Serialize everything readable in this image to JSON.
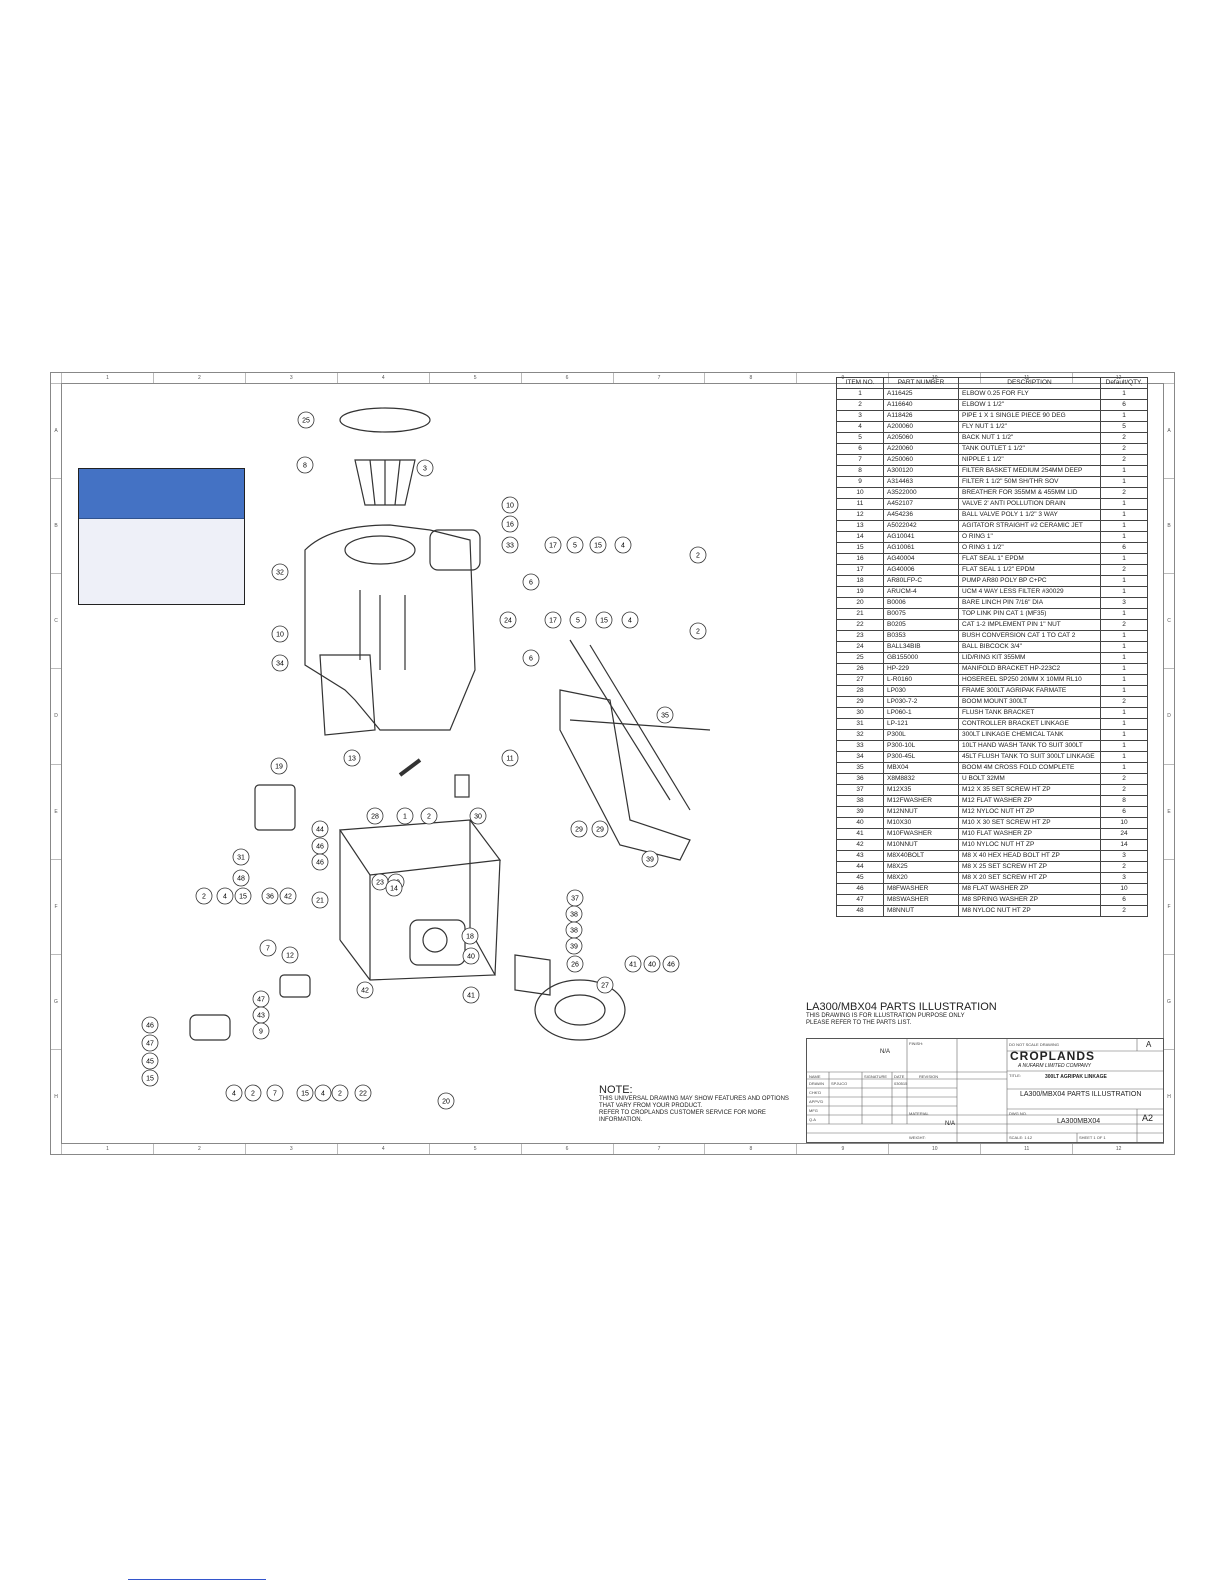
{
  "bom": {
    "headers": [
      "ITEM NO.",
      "PART NUMBER",
      "DESCRIPTION",
      "Default/QTY."
    ],
    "rows": [
      [
        "1",
        "A116425",
        "ELBOW 0.25 FOR FLY",
        "1"
      ],
      [
        "2",
        "A116640",
        "ELBOW 1 1/2\"",
        "6"
      ],
      [
        "3",
        "A118426",
        "PIPE 1 X 1 SINGLE PIECE 90 DEG",
        "1"
      ],
      [
        "4",
        "A200060",
        "FLY NUT 1 1/2\"",
        "5"
      ],
      [
        "5",
        "A205060",
        "BACK NUT 1 1/2\"",
        "2"
      ],
      [
        "6",
        "A220060",
        "TANK OUTLET 1 1/2\"",
        "2"
      ],
      [
        "7",
        "A250060",
        "NIPPLE 1 1/2\"",
        "2"
      ],
      [
        "8",
        "A300120",
        "FILTER BASKET MEDIUM 254MM DEEP",
        "1"
      ],
      [
        "9",
        "A314463",
        "FILTER 1 1/2\" 50M SH/THR SOV",
        "1"
      ],
      [
        "10",
        "A3522000",
        "BREATHER FOR 355MM & 455MM LID",
        "2"
      ],
      [
        "11",
        "A452107",
        "VALVE 2' ANTI POLLUTION DRAIN",
        "1"
      ],
      [
        "12",
        "A454236",
        "BALL VALVE POLY 1 1/2\" 3 WAY",
        "1"
      ],
      [
        "13",
        "A5022042",
        "AGITATOR STRAIGHT #2 CERAMIC JET",
        "1"
      ],
      [
        "14",
        "AG10041",
        "O RING 1\"",
        "1"
      ],
      [
        "15",
        "AG10061",
        "O RING 1 1/2\"",
        "6"
      ],
      [
        "16",
        "AG40004",
        "FLAT SEAL 1\" EPDM",
        "1"
      ],
      [
        "17",
        "AG40006",
        "FLAT SEAL 1 1/2\" EPDM",
        "2"
      ],
      [
        "18",
        "AR80LFP-C",
        "PUMP AR80 POLY BP C+PC",
        "1"
      ],
      [
        "19",
        "ARUCM-4",
        "UCM 4 WAY LESS FILTER #30029",
        "1"
      ],
      [
        "20",
        "B0006",
        "BARE LINCH PIN 7/16\" DIA",
        "3"
      ],
      [
        "21",
        "B0075",
        "TOP LINK PIN CAT 1 (MF35)",
        "1"
      ],
      [
        "22",
        "B0205",
        "CAT 1-2 IMPLEMENT PIN 1\" NUT",
        "2"
      ],
      [
        "23",
        "B0353",
        "BUSH CONVERSION CAT 1 TO CAT 2",
        "1"
      ],
      [
        "24",
        "BALL34BIB",
        "BALL BIBCOCK 3/4\"",
        "1"
      ],
      [
        "25",
        "GB155000",
        "LID/RING KIT 355MM",
        "1"
      ],
      [
        "26",
        "HP-229",
        "MANIFOLD BRACKET HP-223C2",
        "1"
      ],
      [
        "27",
        "L-R0160",
        "HOSEREEL SP250 20MM X 10MM RL10",
        "1"
      ],
      [
        "28",
        "LP030",
        "FRAME 300LT AGRIPAK FARMATE",
        "1"
      ],
      [
        "29",
        "LP030-7-2",
        "BOOM MOUNT 300LT",
        "2"
      ],
      [
        "30",
        "LP060-1",
        "FLUSH TANK BRACKET",
        "1"
      ],
      [
        "31",
        "LP-121",
        "CONTROLLER BRACKET LINKAGE",
        "1"
      ],
      [
        "32",
        "P300L",
        "300LT LINKAGE CHEMICAL TANK",
        "1"
      ],
      [
        "33",
        "P300-10L",
        "10LT HAND WASH TANK TO SUIT 300LT",
        "1"
      ],
      [
        "34",
        "P300-45L",
        "45LT FLUSH TANK TO SUIT 300LT LINKAGE",
        "1"
      ],
      [
        "35",
        "MBX04",
        "BOOM 4M CROSS FOLD COMPLETE",
        "1"
      ],
      [
        "36",
        "X8M8832",
        "U BOLT 32MM",
        "2"
      ],
      [
        "37",
        "M12X35",
        "M12 X 35 SET SCREW HT ZP",
        "2"
      ],
      [
        "38",
        "M12FWASHER",
        "M12 FLAT WASHER ZP",
        "8"
      ],
      [
        "39",
        "M12NNUT",
        "M12 NYLOC NUT HT ZP",
        "6"
      ],
      [
        "40",
        "M10X30",
        "M10 X 30 SET SCREW HT ZP",
        "10"
      ],
      [
        "41",
        "M10FWASHER",
        "M10 FLAT WASHER ZP",
        "24"
      ],
      [
        "42",
        "M10NNUT",
        "M10 NYLOC NUT HT ZP",
        "14"
      ],
      [
        "43",
        "M8X40BOLT",
        "M8 X 40 HEX HEAD BOLT HT ZP",
        "3"
      ],
      [
        "44",
        "M8X25",
        "M8 X 25 SET SCREW HT ZP",
        "2"
      ],
      [
        "45",
        "M8X20",
        "M8 X 20 SET SCREW HT ZP",
        "3"
      ],
      [
        "46",
        "M8FWASHER",
        "M8 FLAT WASHER ZP",
        "10"
      ],
      [
        "47",
        "M8SWASHER",
        "M8 SPRING WASHER ZP",
        "6"
      ],
      [
        "48",
        "M8NNUT",
        "M8 NYLOC NUT HT ZP",
        "2"
      ]
    ]
  },
  "illustration": {
    "title": "LA300/MBX04 PARTS ILLUSTRATION",
    "sub1": "THIS DRAWING IS FOR ILLUSTRATION PURPOSE ONLY",
    "sub2": "PLEASE REFER TO THE PARTS LIST."
  },
  "note": {
    "title": "NOTE:",
    "line1": "THIS UNIVERSAL DRAWING MAY SHOW FEATURES AND OPTIONS",
    "line2": "THAT VARY FROM YOUR PRODUCT.",
    "line3": "REFER TO CROPLANDS CUSTOMER SERVICE FOR MORE",
    "line4": "INFORMATION."
  },
  "title_block": {
    "brand": "CROPLANDS",
    "brand_sub": "A NUFARM LIMITED COMPANY",
    "title1": "300LT AGRIPAK LINKAGE",
    "title2": "LA300/MBX04 PARTS ILLUSTRATION",
    "dwg_no": "LA300MBX04",
    "size": "A2",
    "rev": "A",
    "finish": "N/A",
    "material": "N/A",
    "name_label": "NAME",
    "signature_label": "SIGNATURE",
    "date_label": "DATE",
    "drawn_label": "DRAWN",
    "drawn_name": "SPJUCO",
    "drawn_date": "030515",
    "revision_label": "REVISION",
    "title_label": "TITLE:",
    "dwg_label": "DWG NO.",
    "scale_label": "SCALE: 1:12",
    "sheet_label": "SHEET 1 OF 1",
    "weight_label": "WEIGHT:",
    "material_label": "MATERIAL",
    "finish_label": "FINISH:",
    "noscale": "DO NOT SCALE DRAWING",
    "chkd": "CHK'D",
    "appvd": "APPV'D",
    "mfg": "MFG",
    "qa": "Q.A"
  },
  "zones": {
    "cols": [
      "1",
      "2",
      "3",
      "4",
      "5",
      "6",
      "7",
      "8",
      "9",
      "10",
      "11",
      "12"
    ],
    "rows": [
      "A",
      "B",
      "C",
      "D",
      "E",
      "F",
      "G",
      "H"
    ]
  },
  "balloons": [
    "25",
    "8",
    "3",
    "10",
    "16",
    "33",
    "17",
    "5",
    "15",
    "4",
    "2",
    "32",
    "6",
    "24",
    "17",
    "5",
    "15",
    "4",
    "2",
    "10",
    "34",
    "6",
    "13",
    "11",
    "35",
    "19",
    "28",
    "1",
    "2",
    "30",
    "44",
    "46",
    "31",
    "46",
    "29",
    "29",
    "39",
    "48",
    "23",
    "20",
    "14",
    "21",
    "2",
    "4",
    "15",
    "36",
    "42",
    "18",
    "37",
    "38",
    "38",
    "39",
    "40",
    "26",
    "7",
    "12",
    "27",
    "42",
    "41",
    "41",
    "40",
    "46",
    "47",
    "43",
    "9",
    "46",
    "47",
    "45",
    "15",
    "4",
    "2",
    "7",
    "15",
    "4",
    "2",
    "22",
    "20"
  ],
  "colors": {
    "legend_header": "#4472c4",
    "legend_body": "#eef0f8"
  }
}
